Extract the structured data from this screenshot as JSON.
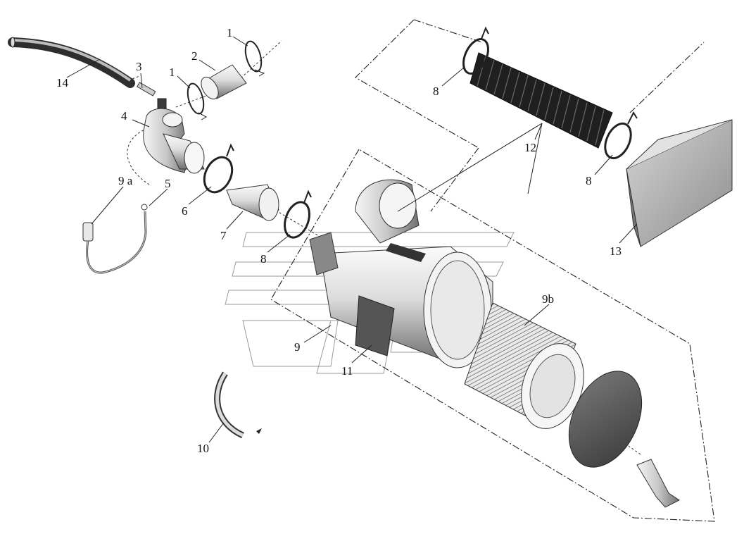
{
  "callouts": [
    {
      "id": "1a",
      "text": "1"
    },
    {
      "id": "2",
      "text": "2"
    },
    {
      "id": "1b",
      "text": "1"
    },
    {
      "id": "3",
      "text": "3"
    },
    {
      "id": "14",
      "text": "14"
    },
    {
      "id": "4",
      "text": "4"
    },
    {
      "id": "9a",
      "text": "9 a"
    },
    {
      "id": "5",
      "text": "5"
    },
    {
      "id": "6",
      "text": "6"
    },
    {
      "id": "7",
      "text": "7"
    },
    {
      "id": "8a",
      "text": "8"
    },
    {
      "id": "8b",
      "text": "8"
    },
    {
      "id": "12",
      "text": "12"
    },
    {
      "id": "8c",
      "text": "8"
    },
    {
      "id": "13",
      "text": "13"
    },
    {
      "id": "9b",
      "text": "9b"
    },
    {
      "id": "9",
      "text": "9"
    },
    {
      "id": "11",
      "text": "11"
    },
    {
      "id": "10",
      "text": "10"
    }
  ],
  "colors": {
    "line": "#222222",
    "part_light": "#f4f4f4",
    "part_dark": "#7a7a7a",
    "bellows": "#1c1c1c",
    "watermark": "#9a9a9a"
  }
}
